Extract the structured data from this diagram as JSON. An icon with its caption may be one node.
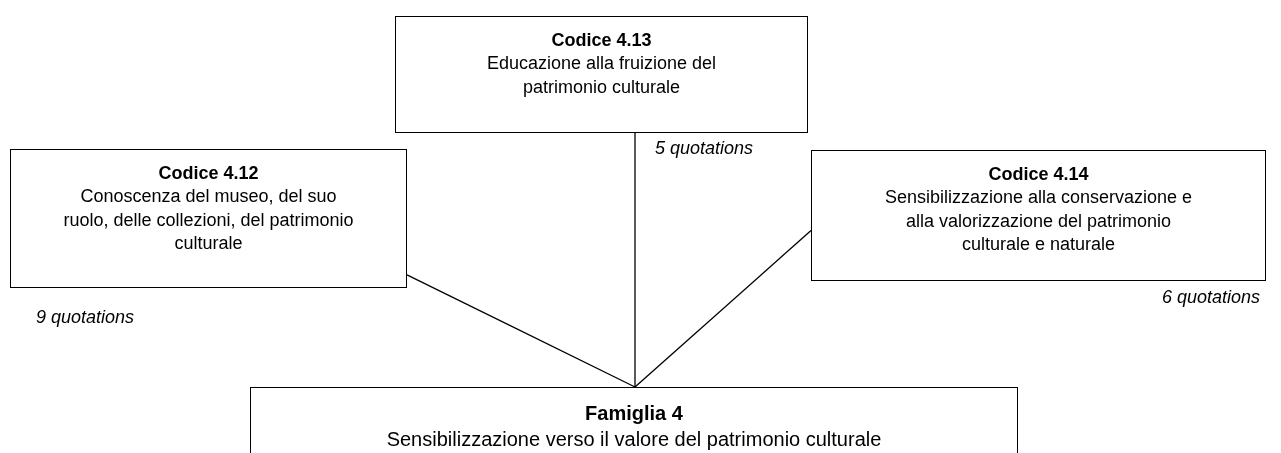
{
  "diagram": {
    "nodes": [
      {
        "text": [
          "Codice 4.13",
          "Educazione alla fruizione del patrimonio culturale"
        ],
        "beside": [
          "5 quotations"
        ]
      },
      {
        "text": [
          "Codice 4.12",
          "Conoscenza del museo, del suo ruolo, delle collezioni, del patrimonio culturale"
        ],
        "beside": [
          "9 quotations"
        ]
      },
      {
        "text": [
          "Codice 4.14",
          "Sensibilizzazione alla conservazione e alla valorizzazione del patrimonio culturale e naturale"
        ],
        "beside": [
          "6 quotations"
        ]
      },
      {
        "text": [
          "Famiglia 4",
          "Sensibilizzazione verso il valore del patrimonio culturale"
        ]
      }
    ],
    "edges": [
      {
        "from": 1,
        "to": 3,
        "arrow": "none"
      },
      {
        "from": 0,
        "to": 3,
        "arrow": "none"
      },
      {
        "from": 2,
        "to": 3,
        "arrow": "none"
      }
    ]
  }
}
